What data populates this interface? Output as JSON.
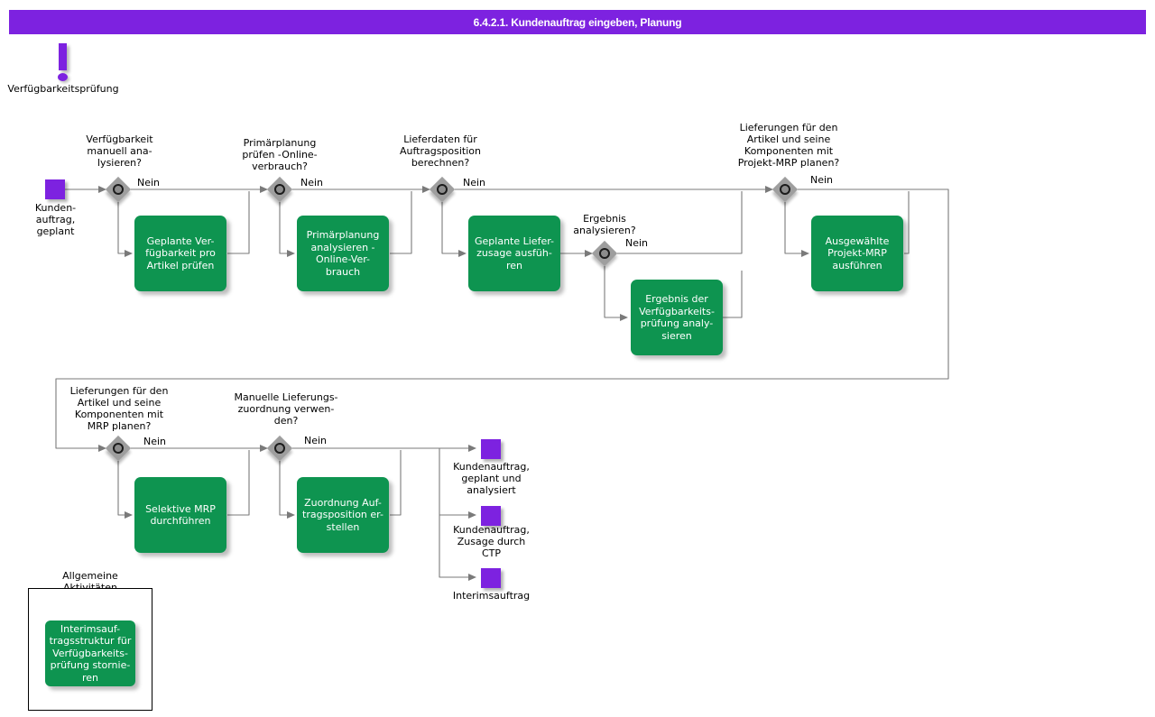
{
  "header": {
    "title": "6.4.2.1. Kundenauftrag eingeben, Planung",
    "bar_color": "#7D22E0"
  },
  "theme": {
    "event_color": "#7D22E0",
    "activity_color": "#0E9450",
    "gateway_color": "#9E9E9E",
    "edge_color": "#7A7A7A",
    "text_color": "#000000"
  },
  "marker": {
    "icon": "exclamation-mark-icon",
    "label": "Verfügbarkeitsprüfung"
  },
  "events": {
    "start": {
      "label": "Kunden-\nauftrag,\ngeplant"
    },
    "end_planned_analyzed": {
      "label": "Kundenauftrag,\ngeplant und\nanalysiert"
    },
    "end_ctp": {
      "label": "Kundenauftrag,\nZusage durch\nCTP"
    },
    "end_interim": {
      "label": "Interimsauftrag"
    }
  },
  "gateways": [
    {
      "id": "g1",
      "label": "Verfügbarkeit\nmanuell ana-\nlysieren?",
      "branch": "Nein"
    },
    {
      "id": "g2",
      "label": "Primärplanung\nprüfen -Online-\nverbrauch?",
      "branch": "Nein"
    },
    {
      "id": "g3",
      "label": "Lieferdaten für\nAuftragsposition\nberechnen?",
      "branch": "Nein"
    },
    {
      "id": "g4",
      "label": "Ergebnis\nanalysieren?",
      "branch": "Nein"
    },
    {
      "id": "g5",
      "label": "Lieferungen für den\nArtikel und seine\nKomponenten mit\nProjekt-MRP planen?",
      "branch": "Nein"
    },
    {
      "id": "g6",
      "label": "Lieferungen für den\nArtikel und seine\nKomponenten mit\nMRP planen?",
      "branch": "Nein"
    },
    {
      "id": "g7",
      "label": "Manuelle Lieferungs-\nzuordnung verwen-\nden?",
      "branch": "Nein"
    }
  ],
  "activities": [
    {
      "id": "a1",
      "label": "Geplante Ver-\nfügbarkeit pro\nArtikel prüfen"
    },
    {
      "id": "a2",
      "label": "Primärplanung\nanalysieren -\nOnline-Ver-\nbrauch"
    },
    {
      "id": "a3",
      "label": "Geplante Liefer-\nzusage ausfüh-\nren"
    },
    {
      "id": "a4",
      "label": "Ergebnis der\nVerfügbarkeits-\nprüfung analy-\nsieren"
    },
    {
      "id": "a5",
      "label": "Ausgewählte\nProjekt-MRP\nausführen"
    },
    {
      "id": "a6",
      "label": "Selektive MRP\ndurchführen"
    },
    {
      "id": "a7",
      "label": "Zuordnung Auf-\ntragsposition er-\nstellen"
    },
    {
      "id": "a8",
      "label": "Interimsauf-\ntragsstruktur für\nVerfügbarkeits-\nprüfung stornie-\nren"
    }
  ],
  "group": {
    "caption": "Allgemeine\nAktivitäten"
  }
}
